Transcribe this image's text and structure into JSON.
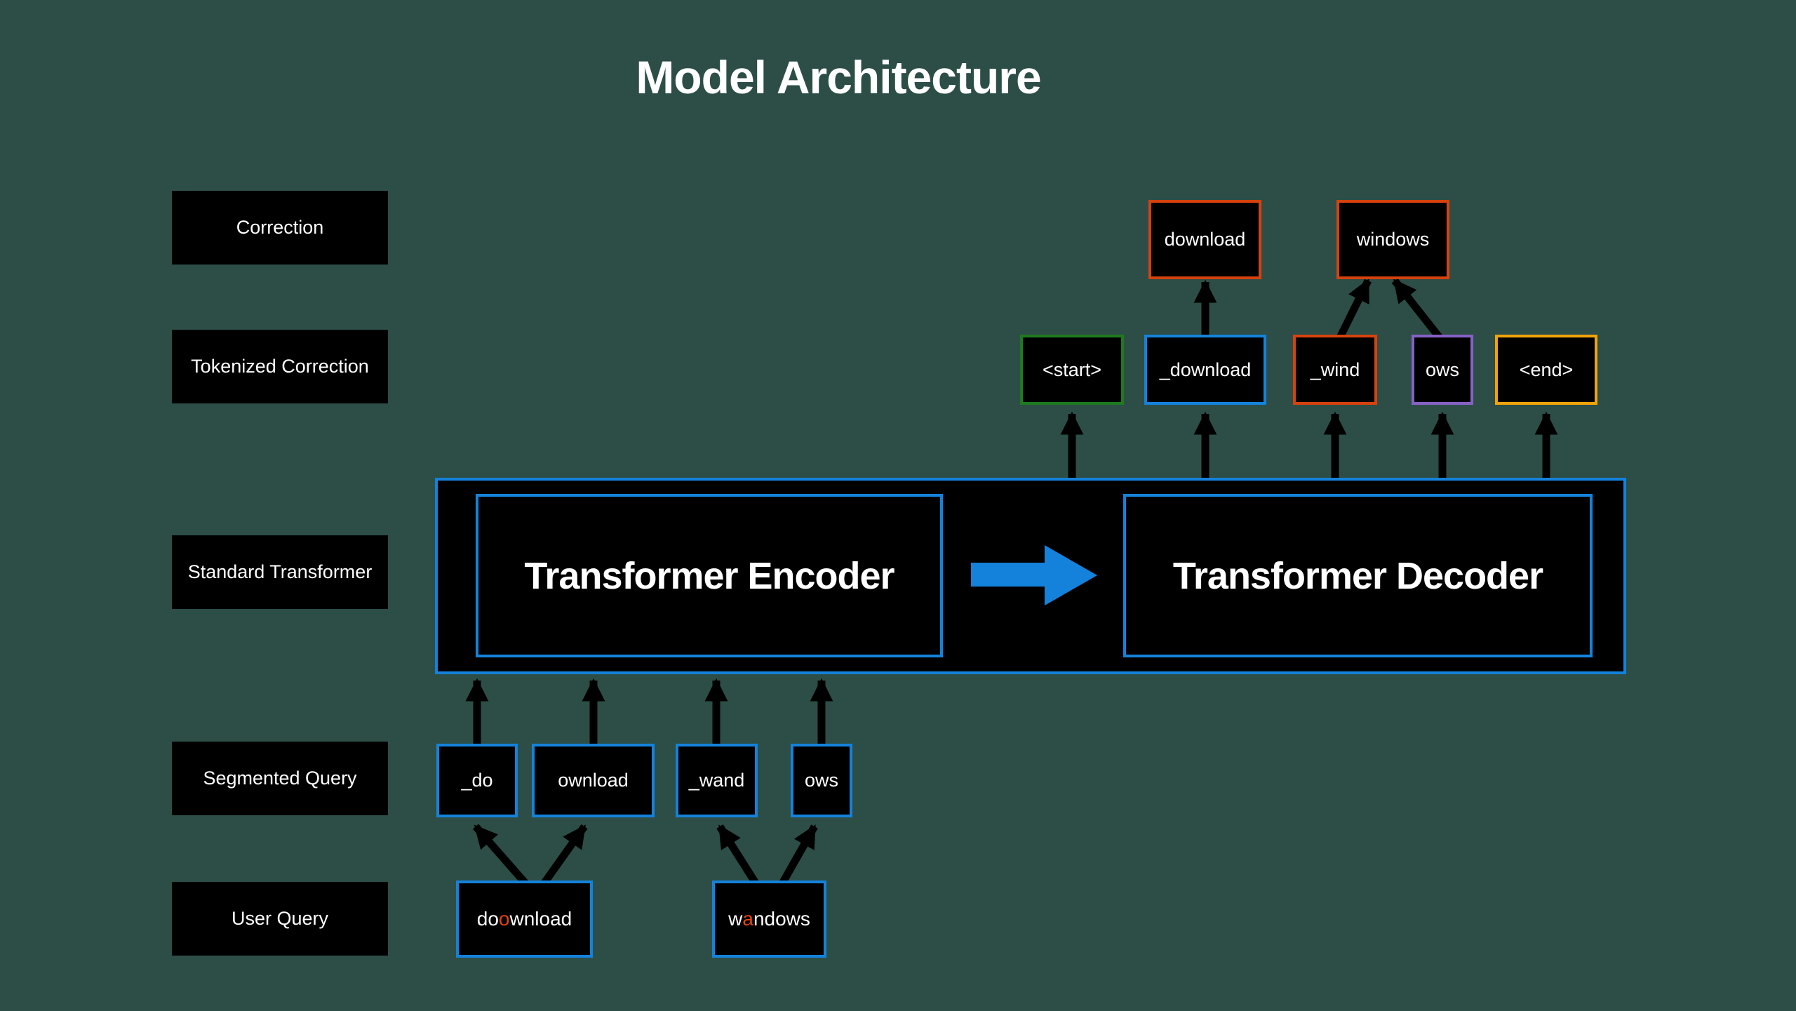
{
  "title": "Model Architecture",
  "colors": {
    "background": "#2C4E47",
    "box_fill": "#000000",
    "blue": "#1482DB",
    "green": "#1F7A1F",
    "orange_red": "#D6420E",
    "purple": "#8661C5",
    "gold": "#EFA30C",
    "arrow_black": "#000000",
    "text_white": "#FFFFFF",
    "highlight_red": "#E2440F"
  },
  "row_labels": {
    "correction": "Correction",
    "tokenized_correction": "Tokenized Correction",
    "standard_transformer": "Standard Transformer",
    "segmented_query": "Segmented Query",
    "user_query": "User Query"
  },
  "correction_row": {
    "boxes": [
      {
        "label": "download",
        "border_color": "#D6420E"
      },
      {
        "label": "windows",
        "border_color": "#D6420E"
      }
    ]
  },
  "tokenized_row": {
    "boxes": [
      {
        "label": "<start>",
        "border_color": "#1F7A1F"
      },
      {
        "label": "_download",
        "border_color": "#1482DB"
      },
      {
        "label": "_wind",
        "border_color": "#D6420E"
      },
      {
        "label": "ows",
        "border_color": "#8661C5"
      },
      {
        "label": "<end>",
        "border_color": "#EFA30C"
      }
    ]
  },
  "transformer": {
    "encoder_label": "Transformer Encoder",
    "decoder_label": "Transformer Decoder"
  },
  "segmented_row": {
    "boxes": [
      {
        "label": "_do",
        "border_color": "#1482DB"
      },
      {
        "label": "ownload",
        "border_color": "#1482DB"
      },
      {
        "label": "_wand",
        "border_color": "#1482DB"
      },
      {
        "label": "ows",
        "border_color": "#1482DB"
      }
    ]
  },
  "user_query_row": {
    "boxes": [
      {
        "prefix": "do",
        "highlight": "o",
        "suffix": "wnload",
        "border_color": "#1482DB"
      },
      {
        "prefix": "w",
        "highlight": "a",
        "suffix": "ndows",
        "border_color": "#1482DB"
      }
    ]
  }
}
